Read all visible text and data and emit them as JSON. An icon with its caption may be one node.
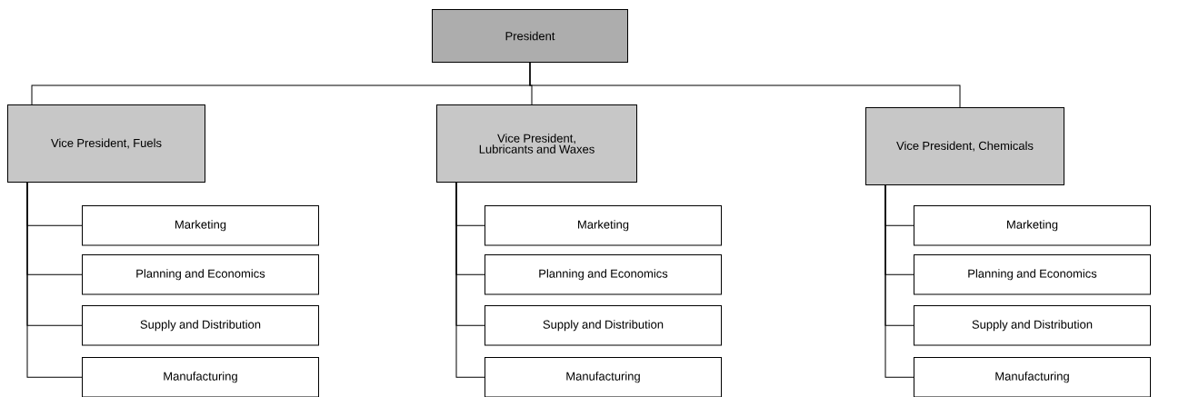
{
  "diagram": {
    "nodes": [
      {
        "text": [
          "President"
        ]
      },
      {
        "text": [
          "Vice President, Fuels"
        ]
      },
      {
        "text": [
          "Marketing"
        ]
      },
      {
        "text": [
          "Planning and Economics"
        ]
      },
      {
        "text": [
          "Supply and Distribution"
        ]
      },
      {
        "text": [
          "Manufacturing"
        ]
      },
      {
        "text": [
          "Vice President, Lubricants and Waxes"
        ]
      },
      {
        "text": [
          "Marketing"
        ]
      },
      {
        "text": [
          "Planning and Economics"
        ]
      },
      {
        "text": [
          "Supply and Distribution"
        ]
      },
      {
        "text": [
          "Manufacturing"
        ]
      },
      {
        "text": [
          "Vice President, Chemicals"
        ]
      },
      {
        "text": [
          "Marketing"
        ]
      },
      {
        "text": [
          "Planning and Economics"
        ]
      },
      {
        "text": [
          "Supply and Distribution"
        ]
      },
      {
        "text": [
          "Manufacturing"
        ]
      }
    ],
    "edges": [
      {
        "from": 0,
        "to": 1,
        "arrow": "none"
      },
      {
        "from": 0,
        "to": 6,
        "arrow": "none"
      },
      {
        "from": 0,
        "to": 11,
        "arrow": "none"
      },
      {
        "from": 1,
        "to": 2,
        "arrow": "none"
      },
      {
        "from": 1,
        "to": 3,
        "arrow": "none"
      },
      {
        "from": 1,
        "to": 4,
        "arrow": "none"
      },
      {
        "from": 1,
        "to": 5,
        "arrow": "none"
      },
      {
        "from": 6,
        "to": 7,
        "arrow": "none"
      },
      {
        "from": 6,
        "to": 8,
        "arrow": "none"
      },
      {
        "from": 6,
        "to": 9,
        "arrow": "none"
      },
      {
        "from": 6,
        "to": 10,
        "arrow": "none"
      },
      {
        "from": 11,
        "to": 12,
        "arrow": "none"
      },
      {
        "from": 11,
        "to": 13,
        "arrow": "none"
      },
      {
        "from": 11,
        "to": 14,
        "arrow": "none"
      },
      {
        "from": 11,
        "to": 15,
        "arrow": "none"
      }
    ]
  }
}
